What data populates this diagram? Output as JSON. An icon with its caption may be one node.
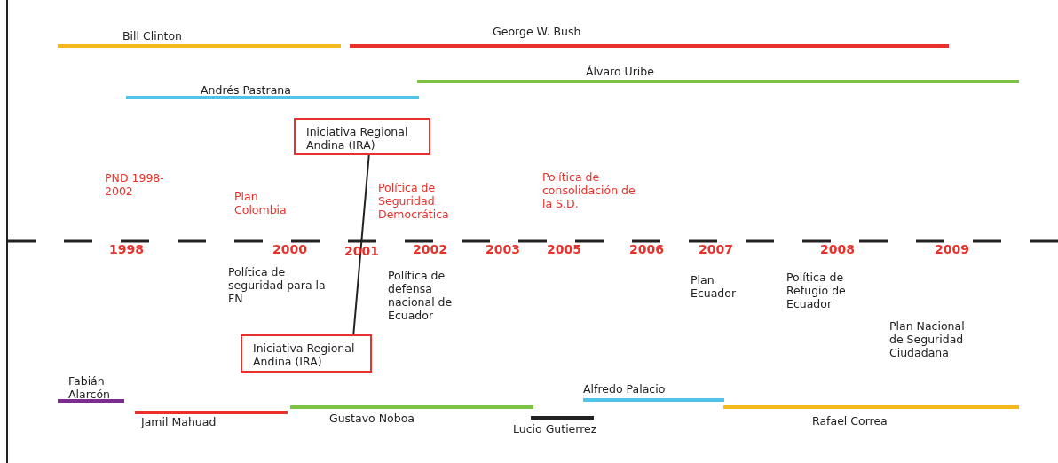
{
  "diagram": {
    "nodes": [
      {
        "text": [
          "Iniciativa Regional Andina (IRA)"
        ]
      },
      {
        "text": [
          "Iniciativa Regional Andina (IRA)"
        ]
      }
    ],
    "edges": [
      {
        "from": 0,
        "to": 1,
        "arrow": "none"
      }
    ],
    "labels": [
      "Bill Clinton",
      "George W. Bush",
      "Álvaro Uribe",
      "Andrés Pastrana",
      "PND 1998-2002",
      "Plan Colombia",
      "Política de Seguridad Democrática",
      "Política de consolidación de la S.D.",
      "1998",
      "2000",
      "2001",
      "2002",
      "2003",
      "2005",
      "2006",
      "2007",
      "2008",
      "2009",
      "Política de seguridad para la FN",
      "Política de defensa nacional de Ecuador",
      "Plan Ecuador",
      "Política de Refugio de Ecuador",
      "Plan Nacional de Seguridad Ciudadana",
      "Fabián Alarcón",
      "Alfredo Palacio",
      "Jamil Mahuad",
      "Gustavo Noboa",
      "Rafael Correa",
      "Lucio Gutierrez"
    ]
  }
}
